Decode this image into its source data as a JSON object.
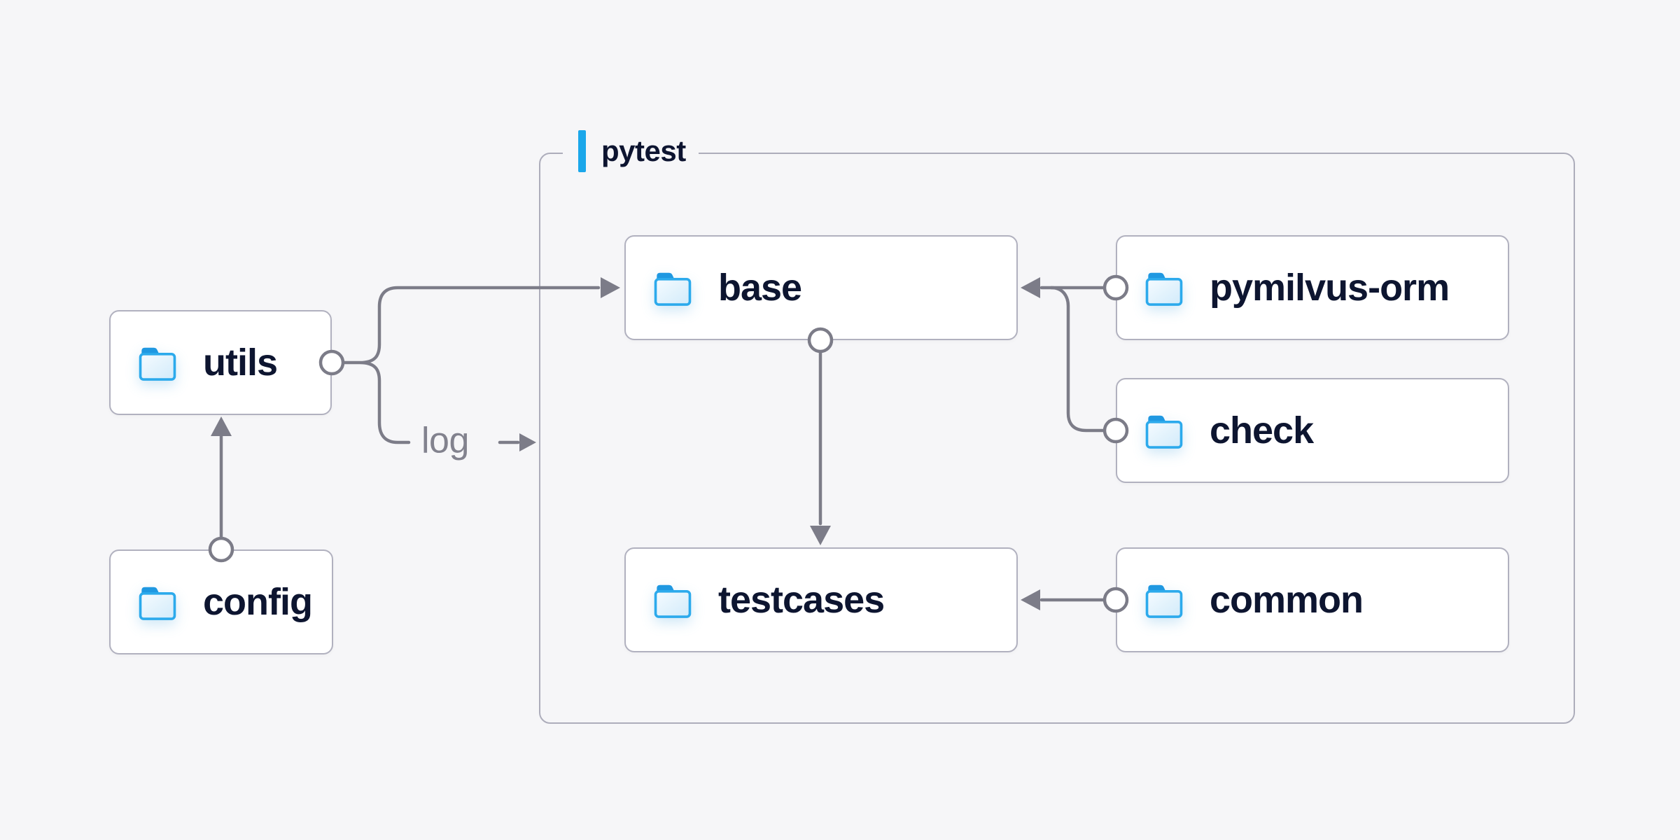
{
  "diagram": {
    "group": {
      "label": "pytest",
      "accent_color": "#1ba7ea"
    },
    "nodes": {
      "utils": {
        "label": "utils"
      },
      "config": {
        "label": "config"
      },
      "base": {
        "label": "base"
      },
      "pymilvus_orm": {
        "label": "pymilvus-orm"
      },
      "check": {
        "label": "check"
      },
      "testcases": {
        "label": "testcases"
      },
      "common": {
        "label": "common"
      }
    },
    "edge_labels": {
      "log": "log"
    },
    "colors": {
      "background": "#f6f6f8",
      "node_text": "#0d1530",
      "line_gray": "#7c7c88",
      "node_border": "#b1b1bf",
      "folder_blue": "#2caaec",
      "folder_tab_blue": "#1f98e1"
    }
  }
}
